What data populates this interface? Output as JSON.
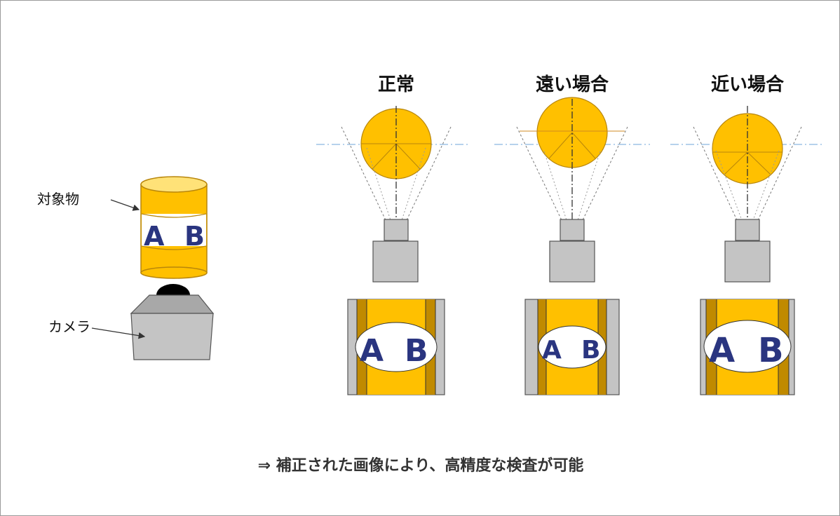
{
  "left": {
    "object_label": "対象物",
    "camera_label": "カメラ",
    "letter_a": "A",
    "letter_b": "B"
  },
  "panels": [
    {
      "title": "正常",
      "letter_a": "A",
      "letter_b": "B"
    },
    {
      "title": "遠い場合",
      "letter_a": "A",
      "letter_b": "B"
    },
    {
      "title": "近い場合",
      "letter_a": "A",
      "letter_b": "B"
    }
  ],
  "footer": "⇒ 補正された画像により、高精度な検査が可能",
  "colors": {
    "object_orange": "#ffc000",
    "object_outline": "#b8860b",
    "camera_gray": "#c0c0c0",
    "letter_navy": "#2a3580",
    "reference_line_blue": "#9dc3e6"
  }
}
